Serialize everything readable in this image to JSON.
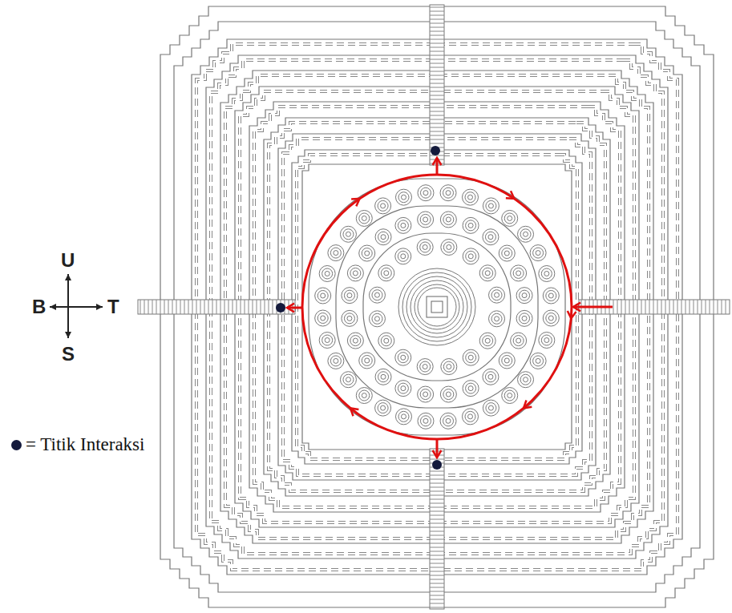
{
  "diagram": {
    "labels": [
      "U",
      "B",
      "T",
      "S"
    ],
    "legend": [
      {
        "text": "= Titik Interaksi",
        "color": "#141a3c"
      }
    ]
  }
}
